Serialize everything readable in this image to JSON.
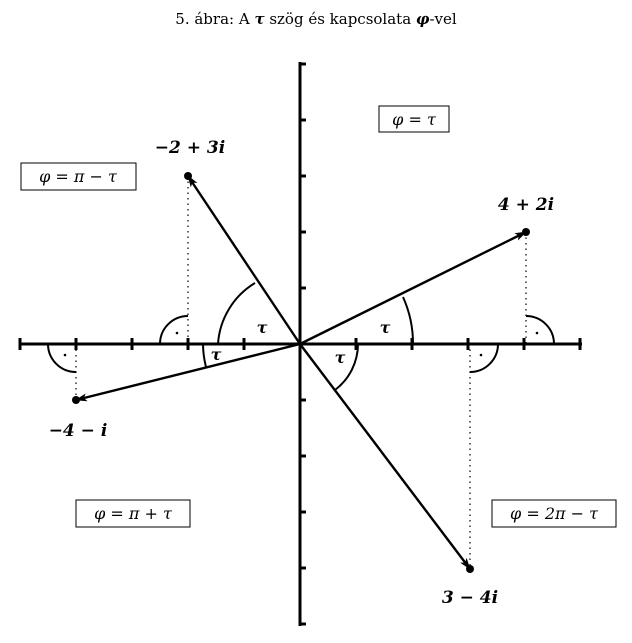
{
  "caption": {
    "prefix": "5. ábra: A ",
    "sym1": "τ",
    "mid": " szög és kapcsolata ",
    "sym2": "φ",
    "suffix": "-vel"
  },
  "points": [
    {
      "re": 4,
      "im": 2,
      "label": "4 + 2i"
    },
    {
      "re": -2,
      "im": 3,
      "label": "−2 + 3i"
    },
    {
      "re": -4,
      "im": -1,
      "label": "−4 − i"
    },
    {
      "re": 3,
      "im": -4,
      "label": "3 − 4i"
    }
  ],
  "axis_range": {
    "x": [
      -5,
      5
    ],
    "y": [
      -5,
      5
    ]
  },
  "angle_symbol": "τ",
  "quadrant_labels": {
    "q1": "φ = τ",
    "q2": "φ = π − τ",
    "q3": "φ = π + τ",
    "q4": "φ = 2π − τ"
  }
}
